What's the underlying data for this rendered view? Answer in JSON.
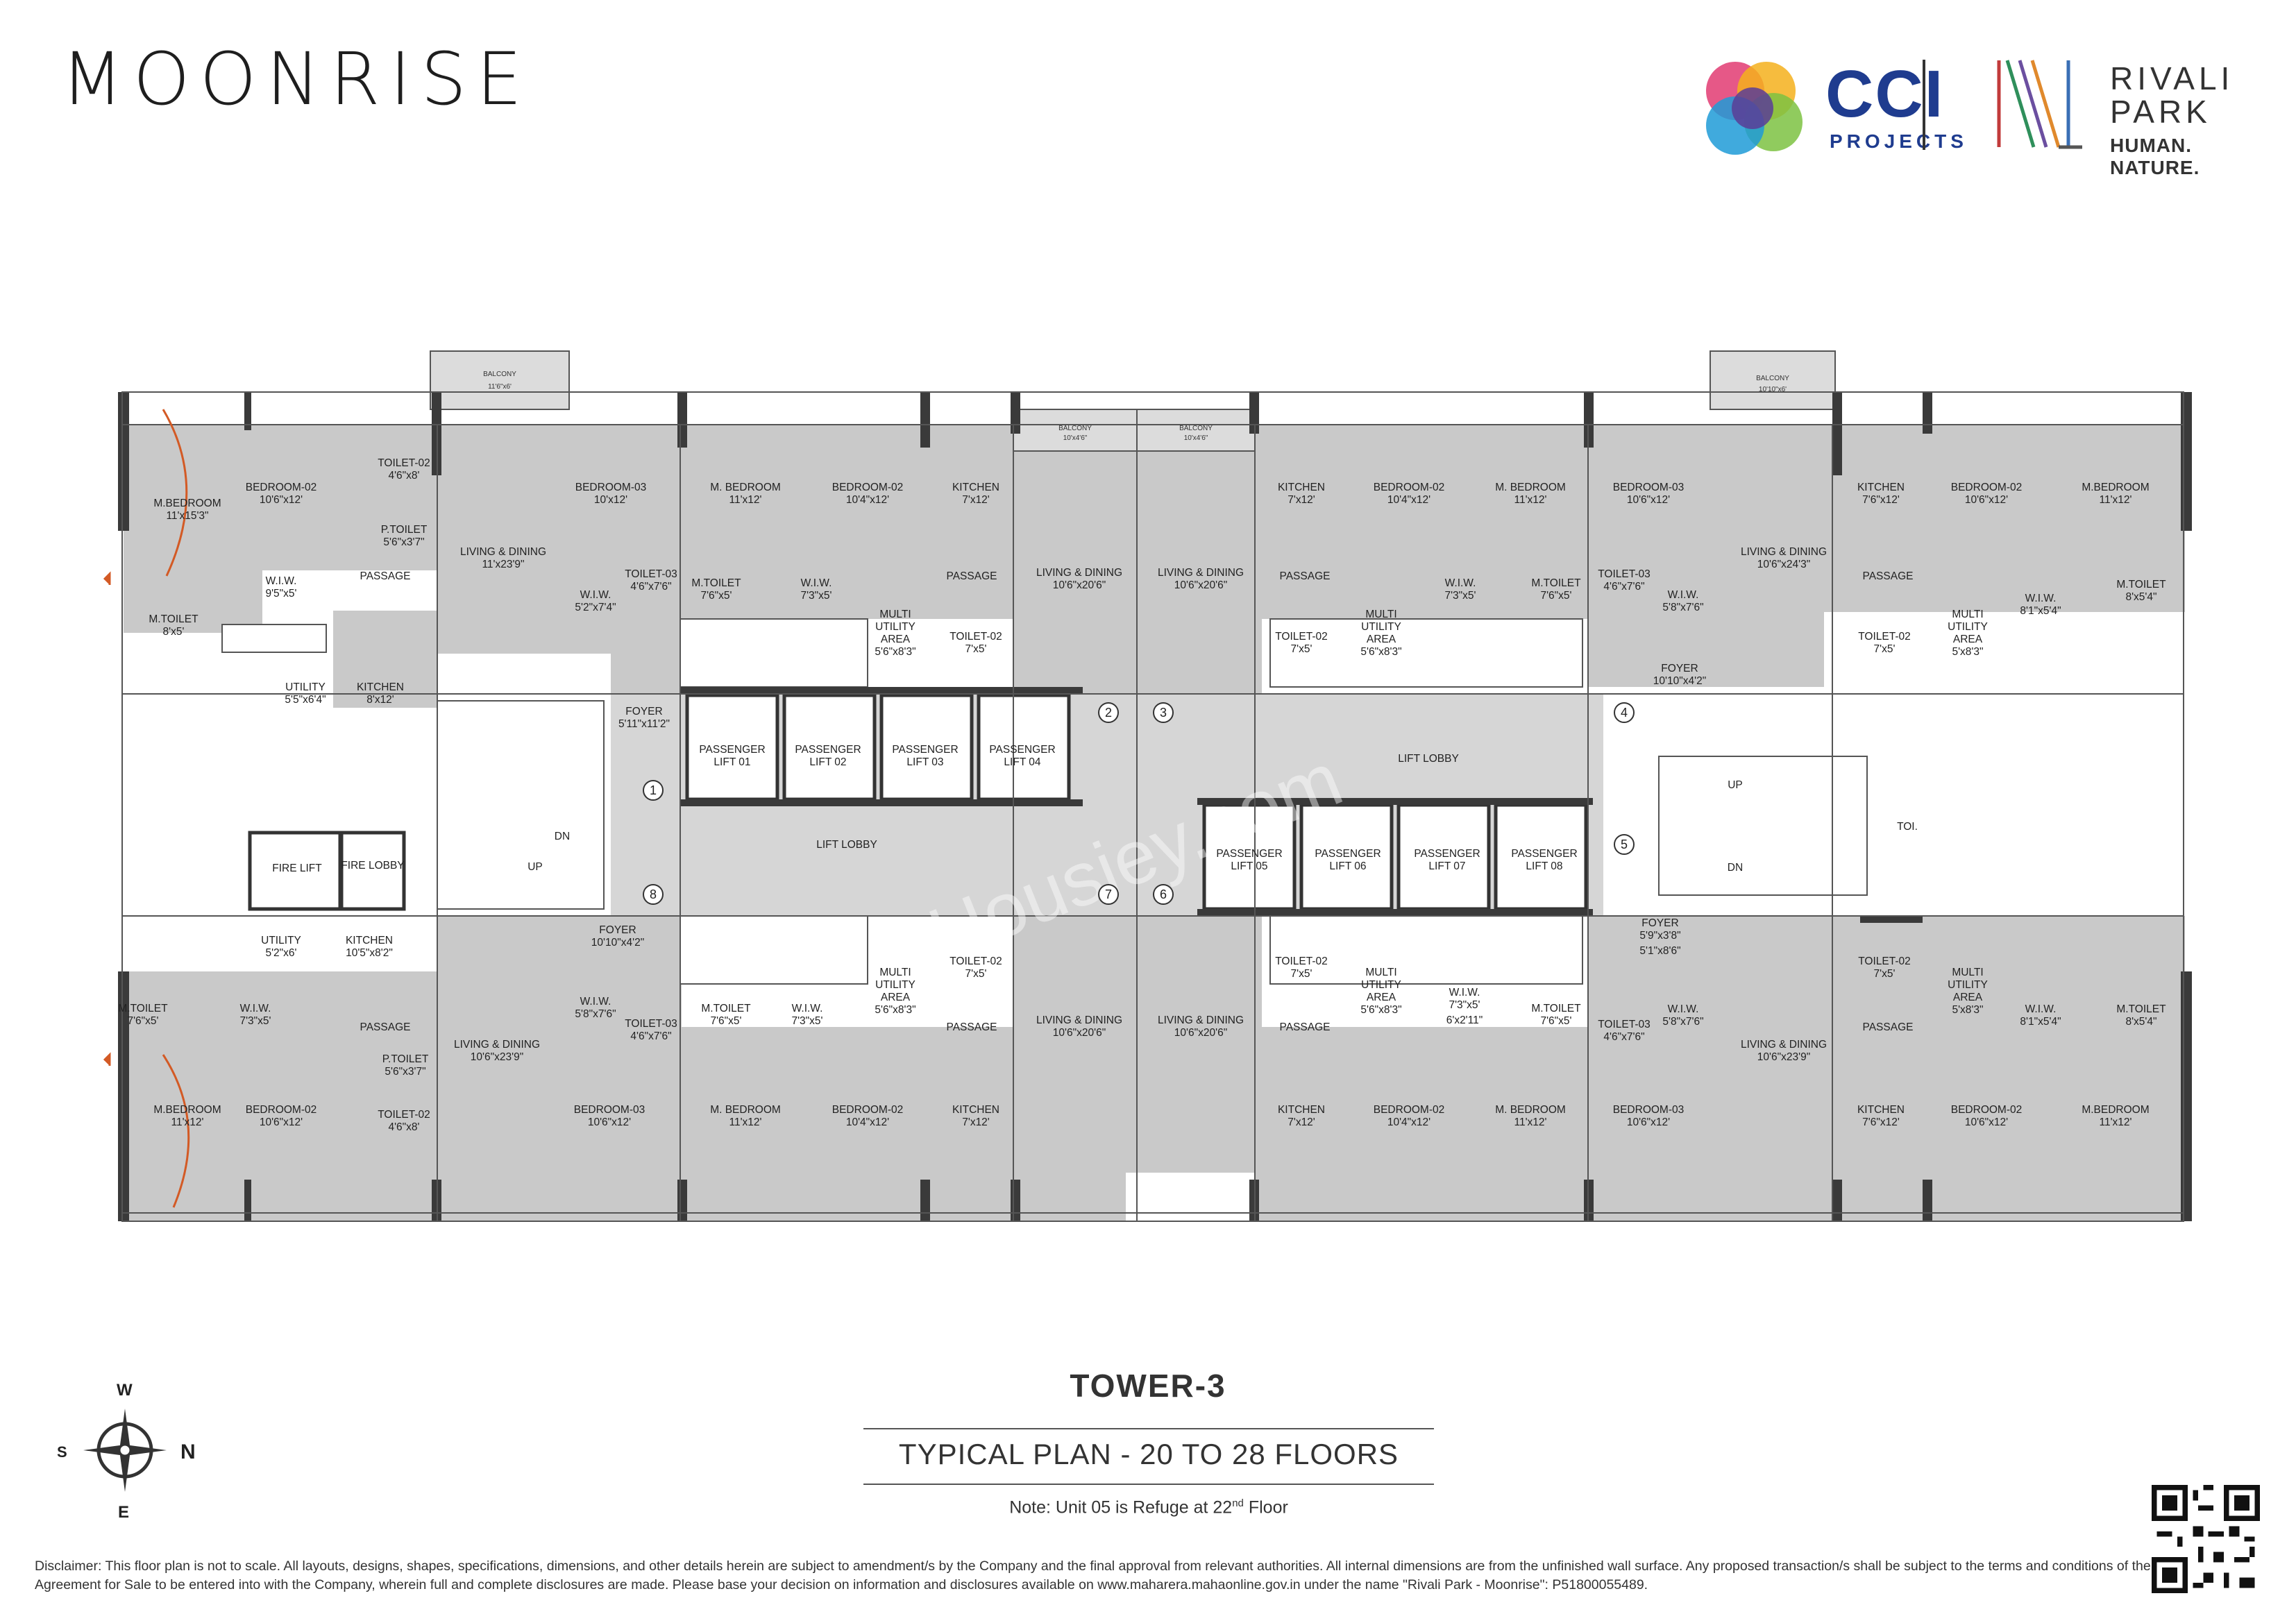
{
  "header": {
    "brand": "MOONRISE",
    "cci": "CCI",
    "cci_sub": "PROJECTS",
    "rivali_1": "RIVALI",
    "rivali_2": "PARK",
    "rivali_tagline": "HUMAN. NATURE."
  },
  "colors": {
    "room_fill": "#c9c9c9",
    "wall": "#3a3a3a",
    "cci_blue": "#1f3c8f",
    "door_arrow": "#d35a25"
  },
  "plan": {
    "balconies": [
      "BALCONY",
      "11'6\"x6'",
      "BALCONY",
      "10'x4'6\"",
      "BALCONY",
      "10'x4'6\"",
      "BALCONY",
      "10'10\"x6'"
    ],
    "rooms": [
      {
        "n": "M.BEDROOM",
        "d": "11'x15'3\""
      },
      {
        "n": "BEDROOM-02",
        "d": "10'6\"x12'"
      },
      {
        "n": "TOILET-02",
        "d": "4'6\"x8'"
      },
      {
        "n": "P.TOILET",
        "d": "5'6\"x3'7\""
      },
      {
        "n": "W.I.W.",
        "d": "9'5\"x5'"
      },
      {
        "n": "PASSAGE",
        "d": ""
      },
      {
        "n": "M.TOILET",
        "d": "8'x5'"
      },
      {
        "n": "UTILITY",
        "d": "5'5\"x6'4\""
      },
      {
        "n": "KITCHEN",
        "d": "8'x12'"
      },
      {
        "n": "LIVING & DINING",
        "d": "11'x23'9\""
      },
      {
        "n": "BEDROOM-03",
        "d": "10'x12'"
      },
      {
        "n": "W.I.W.",
        "d": "5'2\"x7'4\""
      },
      {
        "n": "TOILET-03",
        "d": "4'6\"x7'6\""
      },
      {
        "n": "FOYER",
        "d": "5'11\"x11'2\""
      },
      {
        "n": "M. BEDROOM",
        "d": "11'x12'"
      },
      {
        "n": "BEDROOM-02",
        "d": "10'4\"x12'"
      },
      {
        "n": "KITCHEN",
        "d": "7'x12'"
      },
      {
        "n": "M.TOILET",
        "d": "7'6\"x5'"
      },
      {
        "n": "W.I.W.",
        "d": "7'3\"x5'"
      },
      {
        "n": "PASSAGE",
        "d": ""
      },
      {
        "n": "MULTI UTILITY AREA",
        "d": "5'6\"x8'3\""
      },
      {
        "n": "TOILET-02",
        "d": "7'x5'"
      },
      {
        "n": "LIVING & DINING",
        "d": "10'6\"x20'6\""
      },
      {
        "n": "LIVING & DINING",
        "d": "10'6\"x20'6\""
      },
      {
        "n": "KITCHEN",
        "d": "7'x12'"
      },
      {
        "n": "BEDROOM-02",
        "d": "10'4\"x12'"
      },
      {
        "n": "M. BEDROOM",
        "d": "11'x12'"
      },
      {
        "n": "PASSAGE",
        "d": ""
      },
      {
        "n": "TOILET-02",
        "d": "7'x5'"
      },
      {
        "n": "MULTI UTILITY AREA",
        "d": "5'6\"x8'3\""
      },
      {
        "n": "W.I.W.",
        "d": "7'3\"x5'"
      },
      {
        "n": "M.TOILET",
        "d": "7'6\"x5'"
      },
      {
        "n": "BEDROOM-03",
        "d": "10'6\"x12'"
      },
      {
        "n": "TOILET-03",
        "d": "4'6\"x7'6\""
      },
      {
        "n": "W.I.W.",
        "d": "5'8\"x7'6\""
      },
      {
        "n": "FOYER",
        "d": "10'10\"x4'2\""
      },
      {
        "n": "LIVING & DINING",
        "d": "10'6\"x24'3\""
      },
      {
        "n": "KITCHEN",
        "d": "7'6\"x12'"
      },
      {
        "n": "BEDROOM-02",
        "d": "10'6\"x12'"
      },
      {
        "n": "M.BEDROOM",
        "d": "11'x12'"
      },
      {
        "n": "PASSAGE",
        "d": ""
      },
      {
        "n": "TOILET-02",
        "d": "7'x5'"
      },
      {
        "n": "MULTI UTILITY AREA",
        "d": "5'x8'3\""
      },
      {
        "n": "W.I.W.",
        "d": "8'1\"x5'4\""
      },
      {
        "n": "M.TOILET",
        "d": "8'x5'4\""
      },
      {
        "n": "FIRE LIFT",
        "d": ""
      },
      {
        "n": "FIRE LOBBY",
        "d": ""
      },
      {
        "n": "PASSENGER LIFT 01",
        "d": ""
      },
      {
        "n": "PASSENGER LIFT 02",
        "d": ""
      },
      {
        "n": "PASSENGER LIFT 03",
        "d": ""
      },
      {
        "n": "PASSENGER LIFT 04",
        "d": ""
      },
      {
        "n": "LIFT LOBBY",
        "d": ""
      },
      {
        "n": "LIFT LOBBY",
        "d": ""
      },
      {
        "n": "PASSENGER LIFT 05",
        "d": ""
      },
      {
        "n": "PASSENGER LIFT 06",
        "d": ""
      },
      {
        "n": "PASSENGER LIFT 07",
        "d": ""
      },
      {
        "n": "PASSENGER LIFT 08",
        "d": ""
      },
      {
        "n": "UP",
        "d": ""
      },
      {
        "n": "DN",
        "d": ""
      },
      {
        "n": "UP",
        "d": ""
      },
      {
        "n": "DN",
        "d": ""
      },
      {
        "n": "TOI.",
        "d": ""
      },
      {
        "n": "UTILITY",
        "d": "5'2\"x6'"
      },
      {
        "n": "KITCHEN",
        "d": "10'5\"x8'2\""
      },
      {
        "n": "FOYER",
        "d": "10'10\"x4'2\""
      },
      {
        "n": "M.TOILET",
        "d": "7'6\"x5'"
      },
      {
        "n": "W.I.W.",
        "d": "7'3\"x5'"
      },
      {
        "n": "PASSAGE",
        "d": ""
      },
      {
        "n": "P.TOILET",
        "d": "5'6\"x3'7\""
      },
      {
        "n": "LIVING & DINING",
        "d": "10'6\"x23'9\""
      },
      {
        "n": "W.I.W.",
        "d": "5'8\"x7'6\""
      },
      {
        "n": "TOILET-03",
        "d": "4'6\"x7'6\""
      },
      {
        "n": "M.BEDROOM",
        "d": "11'x12'"
      },
      {
        "n": "BEDROOM-02",
        "d": "10'6\"x12'"
      },
      {
        "n": "TOILET-02",
        "d": "4'6\"x8'"
      },
      {
        "n": "BEDROOM-03",
        "d": "10'6\"x12'"
      },
      {
        "n": "M.TOILET",
        "d": "7'6\"x5'"
      },
      {
        "n": "W.I.W.",
        "d": "7'3\"x5'"
      },
      {
        "n": "MULTI UTILITY AREA",
        "d": "5'6\"x8'3\""
      },
      {
        "n": "TOILET-02",
        "d": "7'x5'"
      },
      {
        "n": "PASSAGE",
        "d": ""
      },
      {
        "n": "M. BEDROOM",
        "d": "11'x12'"
      },
      {
        "n": "BEDROOM-02",
        "d": "10'4\"x12'"
      },
      {
        "n": "KITCHEN",
        "d": "7'x12'"
      },
      {
        "n": "LIVING & DINING",
        "d": "10'6\"x20'6\""
      },
      {
        "n": "LIVING & DINING",
        "d": "10'6\"x20'6\""
      },
      {
        "n": "TOILET-02",
        "d": "7'x5'"
      },
      {
        "n": "MULTI UTILITY AREA",
        "d": "5'6\"x8'3\""
      },
      {
        "n": "W.I.W.",
        "d": "7'3\"x5'"
      },
      {
        "n": "",
        "d": "6'x2'11\""
      },
      {
        "n": "M.TOILET",
        "d": "7'6\"x5'"
      },
      {
        "n": "PASSAGE",
        "d": ""
      },
      {
        "n": "KITCHEN",
        "d": "7'x12'"
      },
      {
        "n": "BEDROOM-02",
        "d": "10'4\"x12'"
      },
      {
        "n": "M. BEDROOM",
        "d": "11'x12'"
      },
      {
        "n": "FOYER",
        "d": "5'9\"x3'8\""
      },
      {
        "n": "",
        "d": "5'1\"x8'6\""
      },
      {
        "n": "W.I.W.",
        "d": "5'8\"x7'6\""
      },
      {
        "n": "TOILET-03",
        "d": "4'6\"x7'6\""
      },
      {
        "n": "BEDROOM-03",
        "d": "10'6\"x12'"
      },
      {
        "n": "LIVING & DINING",
        "d": "10'6\"x23'9\""
      },
      {
        "n": "TOILET-02",
        "d": "7'x5'"
      },
      {
        "n": "MULTI UTILITY AREA",
        "d": "5'x8'3\""
      },
      {
        "n": "W.I.W.",
        "d": "8'1\"x5'4\""
      },
      {
        "n": "M.TOILET",
        "d": "8'x5'4\""
      },
      {
        "n": "PASSAGE",
        "d": ""
      },
      {
        "n": "KITCHEN",
        "d": "7'6\"x12'"
      },
      {
        "n": "BEDROOM-02",
        "d": "10'6\"x12'"
      },
      {
        "n": "M.BEDROOM",
        "d": "11'x12'"
      }
    ],
    "unit_markers": [
      "1",
      "2",
      "3",
      "4",
      "5",
      "6",
      "7",
      "8"
    ],
    "watermark": "Housiey.com"
  },
  "title": {
    "tower": "TOWER-3",
    "plan": "TYPICAL PLAN - 20 TO 28 FLOORS",
    "note_pre": "Note: Unit 05 is Refuge at 22",
    "note_sup": "nd",
    "note_post": " Floor"
  },
  "compass": {
    "w": "W",
    "n": "N",
    "s": "S",
    "e": "E"
  },
  "disclaimer": "Disclaimer: This floor plan is not to scale. All layouts, designs, shapes, specifications, dimensions, and other details herein are subject to amendment/s by the Company and the final approval from relevant authorities. All internal dimensions are from the unfinished wall surface. Any proposed transaction/s shall be subject to the terms and conditions of the Agreement for Sale to be entered into with the Company, wherein full and complete disclosures are made. Please base your decision on information and disclosures available on www.maharera.mahaonline.gov.in under the name \"Rivali Park - Moonrise\": P51800055489."
}
